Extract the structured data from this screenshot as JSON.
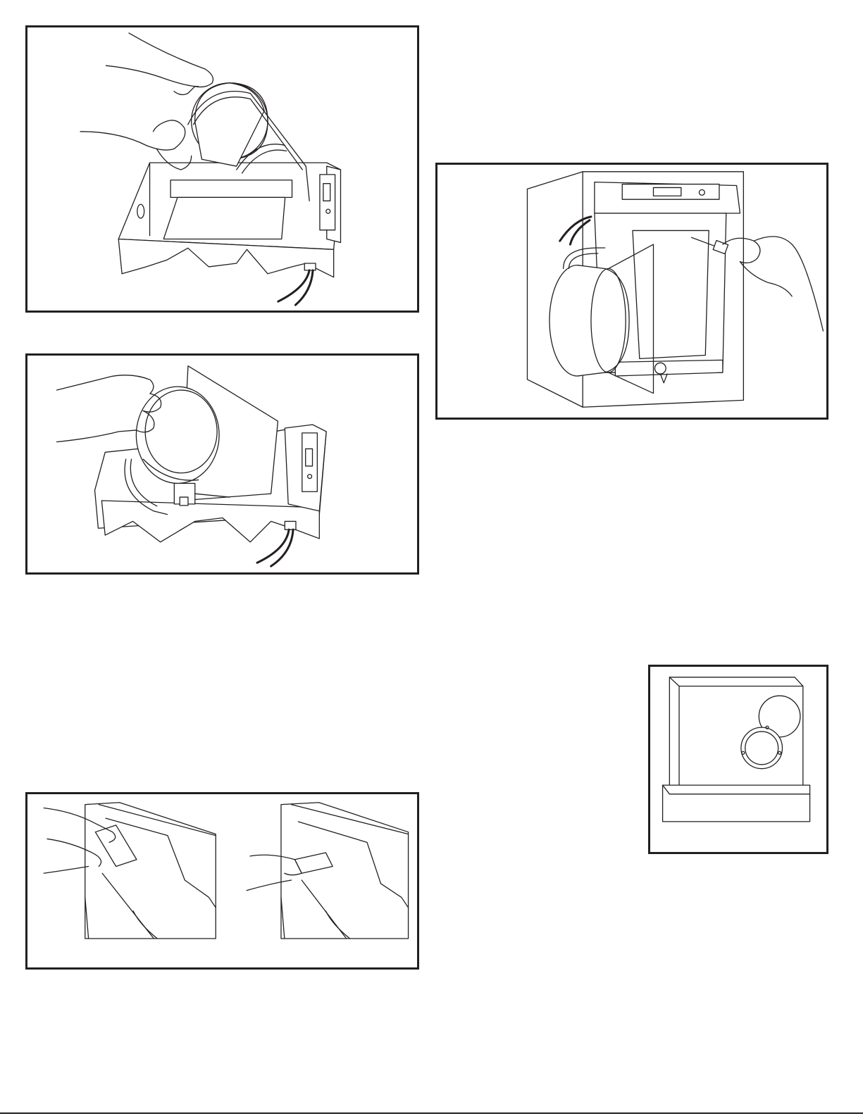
{
  "page": {
    "illustrations": [
      {
        "id": "fig-strap-grille",
        "label": ""
      },
      {
        "id": "fig-motor-install",
        "label": ""
      },
      {
        "id": "fig-tab-fold",
        "label": ""
      },
      {
        "id": "fig-screw-install",
        "label": ""
      },
      {
        "id": "fig-duct-knockout",
        "label": ""
      }
    ]
  },
  "colors": {
    "line": "#231f20",
    "background": "#ffffff"
  }
}
